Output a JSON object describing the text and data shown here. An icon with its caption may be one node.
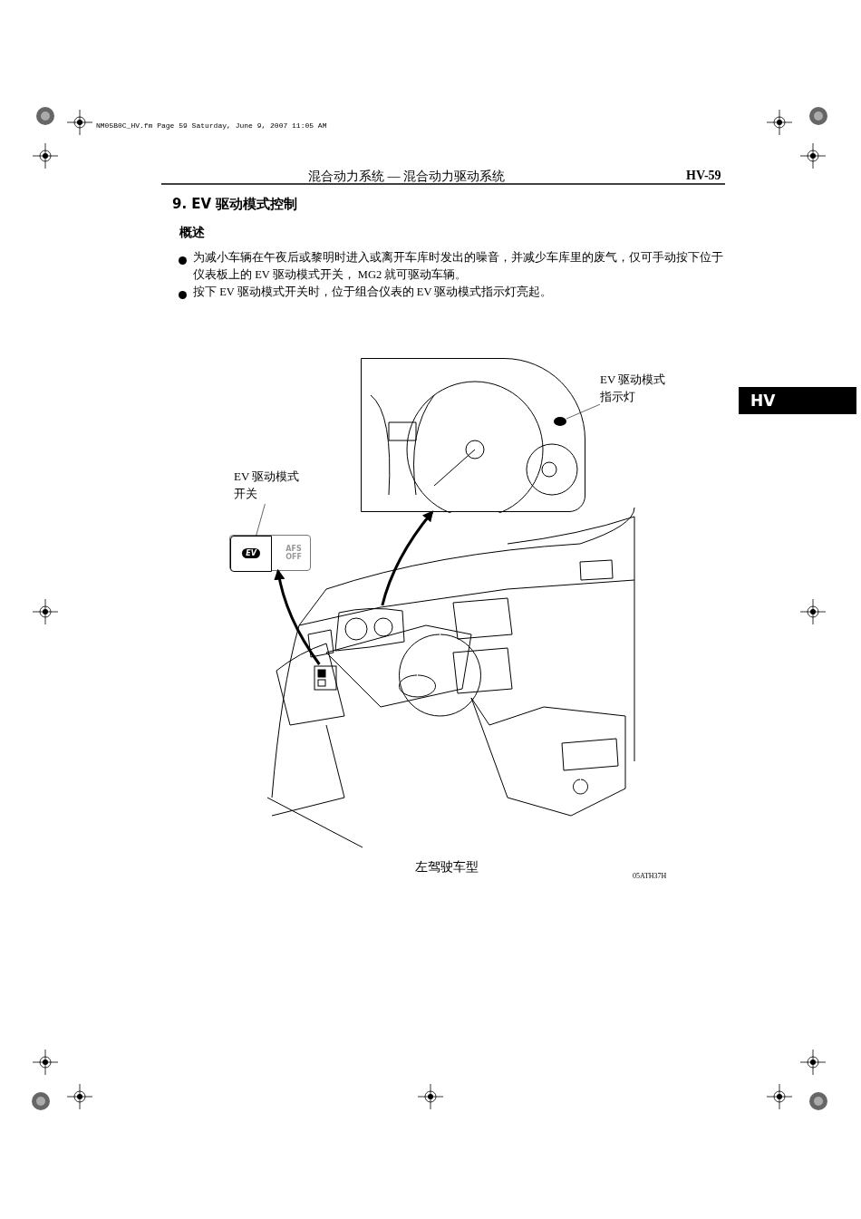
{
  "diagram": {
    "title": "9. EV 驱动模式控制",
    "caption": "左驾驶车型",
    "nodes": [
      {
        "text": [
          "EV 驱动模式指示灯"
        ]
      },
      {
        "text": [],
        "shape": "circle",
        "in": 4
      },
      {
        "text": [
          "EV 驱动模式开关"
        ]
      },
      {
        "text": [
          "EV"
        ],
        "in": 5
      },
      {
        "text": [],
        "shape": "picture"
      },
      {
        "text": [],
        "shape": "box"
      },
      {
        "text": [],
        "shape": "picture"
      },
      {
        "text": [],
        "shape": "picture"
      }
    ],
    "edges": [
      {
        "from": 0,
        "to": 1,
        "arrow": "none"
      },
      {
        "from": 2,
        "to": 3,
        "arrow": "none"
      },
      {
        "from": 6,
        "to": 4,
        "arrow": "to",
        "style": "thick"
      },
      {
        "from": 7,
        "to": 5,
        "arrow": "to",
        "style": "thick"
      }
    ],
    "labels": [
      "NM05B0C_HV.fm Page 59 Saturday, June 9, 2007 11:05 AM",
      "混合动力系统 — 混合动力驱动系统",
      "HV-59",
      "概述",
      "为减小车辆在午夜后或黎明时进入或离开车库时发出的噪音，并减少车库里的废气，仅可手动按下位于仪表板上的 EV 驱动模式开关， MG2 就可驱动车辆。",
      "按下 EV 驱动模式开关时，位于组合仪表的 EV 驱动模式指示灯亮起。",
      "HV",
      "AFS OFF",
      "05ATH37H"
    ]
  }
}
